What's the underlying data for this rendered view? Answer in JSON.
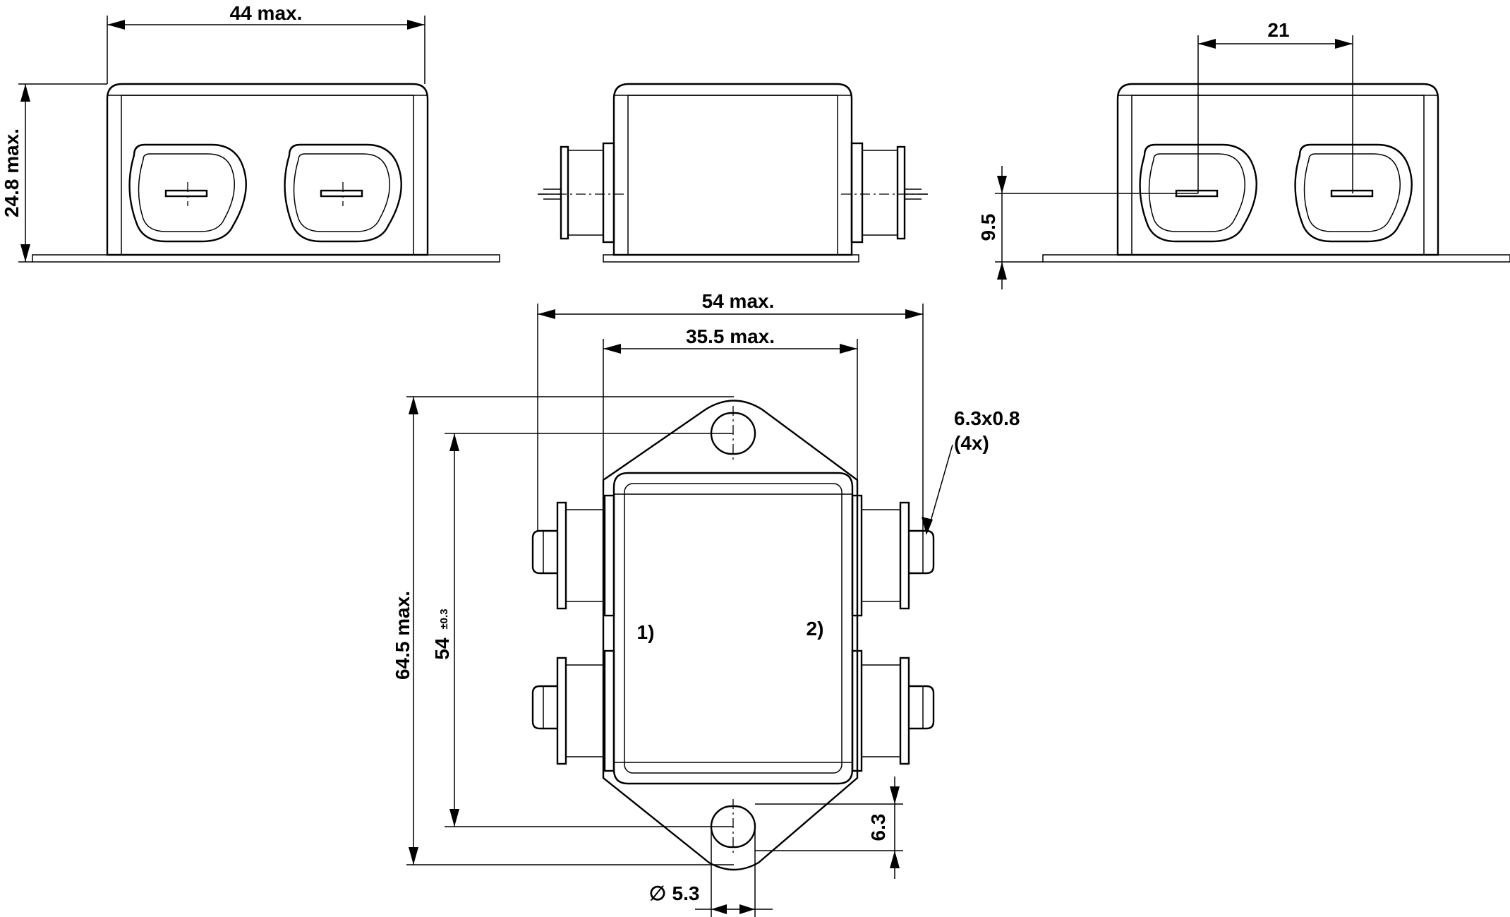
{
  "dimensions": {
    "width_max": "44 max.",
    "height_max": "24.8 max.",
    "terminal_spacing": "21",
    "terminal_height": "9.5",
    "total_width_max": "54 max.",
    "body_width_max": "35.5 max.",
    "terminal_size": "6.3x0.8",
    "terminal_count": "(4x)",
    "total_length_max": "64.5 max.",
    "hole_spacing": "54",
    "hole_spacing_tolerance": "±0.3",
    "hole_offset": "6.3",
    "hole_diameter_symbol": "∅",
    "hole_diameter": "5.3"
  },
  "labels": {
    "side_1": "1)",
    "side_2": "2)"
  }
}
